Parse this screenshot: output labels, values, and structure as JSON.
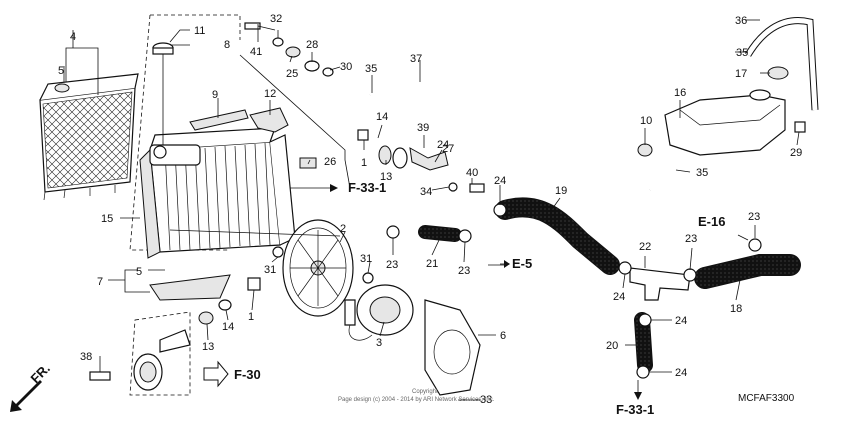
{
  "diagram": {
    "code": "MCFAF3300",
    "copyright_line1": "Copyright",
    "copyright_line2": "Page design (c) 2004 - 2014 by ARI Network Services, Inc.",
    "part_numbers": [
      "1",
      "1",
      "2",
      "3",
      "4",
      "5",
      "5",
      "6",
      "7",
      "8",
      "9",
      "10",
      "11",
      "12",
      "13",
      "13",
      "14",
      "14",
      "15",
      "16",
      "17",
      "18",
      "19",
      "20",
      "21",
      "22",
      "23",
      "23",
      "23",
      "23",
      "24",
      "24",
      "24",
      "24",
      "24",
      "25",
      "26",
      "27",
      "28",
      "29",
      "30",
      "31",
      "31",
      "32",
      "33",
      "34",
      "35",
      "35",
      "35",
      "36",
      "37",
      "38",
      "39",
      "40",
      "41"
    ],
    "references": {
      "f331_top": "F-33-1",
      "f331_bottom": "F-33-1",
      "e5": "E-5",
      "e16": "E-16",
      "f30": "F-30",
      "front": "FR."
    }
  }
}
